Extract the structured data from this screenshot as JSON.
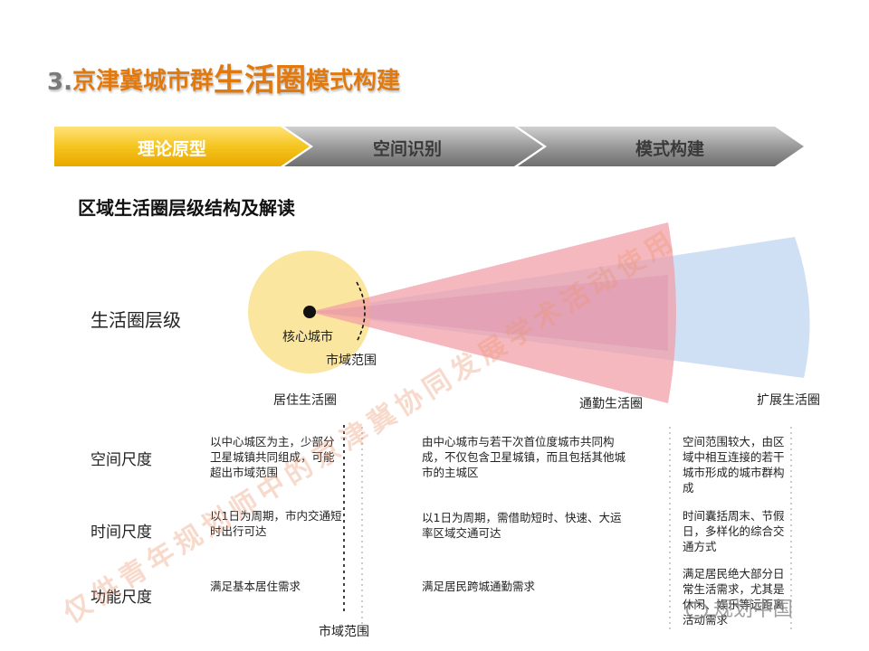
{
  "header": {
    "number": "3.",
    "title_part1": "京津冀城市群",
    "title_part2": "生活圈",
    "title_part3": "模式构建"
  },
  "process_steps": [
    {
      "label": "理论原型",
      "active": true
    },
    {
      "label": "空间识别",
      "active": false
    },
    {
      "label": "模式构建",
      "active": false
    }
  ],
  "colors": {
    "active_step": "#f5c51f",
    "inactive_step": "#8a8a8a",
    "title_accent": "#e07a10",
    "residential_circle": "#fbe6a0",
    "commute_cone": "#f4a0a8",
    "extended_cone": "#c7dbf2"
  },
  "subtitle": "区域生活圈层级结构及解读",
  "diagram": {
    "left_label": "生活圈层级",
    "core_label": "核心城市",
    "urban_area_label": "市域范围",
    "circles": [
      "居住生活圈",
      "通勤生活圈",
      "扩展生活圈"
    ]
  },
  "table": {
    "rows": [
      {
        "label": "空间尺度",
        "residential": "以中心城区为主，少部分卫星城镇共同组成，可能超出市域范围",
        "commute": "由中心城市与若干次首位度城市共同构成，不仅包含卫星城镇，而且包括其他城市的主城区",
        "extended": "空间范围较大，由区域中相互连接的若干城市形成的城市群构成"
      },
      {
        "label": "时间尺度",
        "residential": "以1日为周期，市内交通短时出行可达",
        "commute": "以1日为周期，需借助短时、快速、大运率区域交通可达",
        "extended": "时间囊括周末、节假日，多样化的综合交通方式"
      },
      {
        "label": "功能尺度",
        "residential": "满足基本居住需求",
        "commute": "满足居民跨城通勤需求",
        "extended": "满足居民绝大部分日常生活需求，尤其是休闲、娱乐等远距离活动需求"
      }
    ],
    "divider_label": "市域范围"
  },
  "watermark": "仅供青年规划师中的京津冀协同发展学术活动使用",
  "corner_mark": "规划中国"
}
